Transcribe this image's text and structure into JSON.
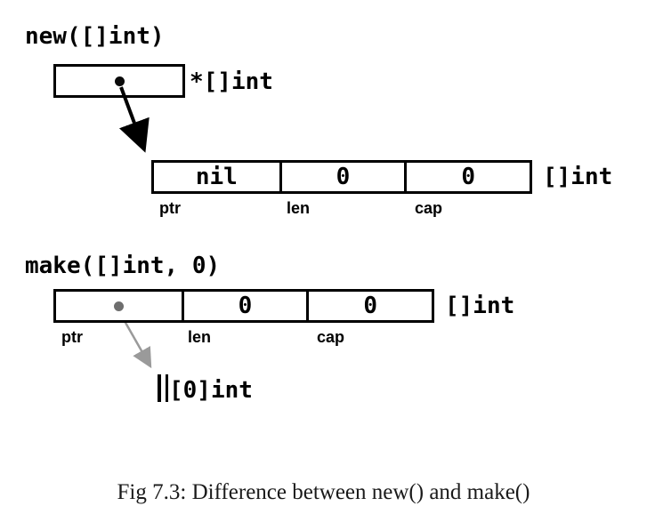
{
  "new_section": {
    "title": "new([]int)",
    "pointer_type": "*[]int",
    "struct": {
      "cells": [
        "nil",
        "0",
        "0"
      ],
      "fields": [
        "ptr",
        "len",
        "cap"
      ],
      "type_label": "[]int"
    }
  },
  "make_section": {
    "title": "make([]int, 0)",
    "struct": {
      "cells": [
        "",
        "0",
        "0"
      ],
      "fields": [
        "ptr",
        "len",
        "cap"
      ],
      "type_label": "[]int"
    },
    "element_type": "[0]int"
  },
  "caption": "Fig 7.3: Difference between new() and make()",
  "colors": {
    "line": "#000000",
    "new_dot": "#0a0a0a",
    "make_dot": "#6e6e6e",
    "pointer_arrow": "#000000",
    "make_arrow": "#9a9a9a",
    "background": "#ffffff"
  }
}
